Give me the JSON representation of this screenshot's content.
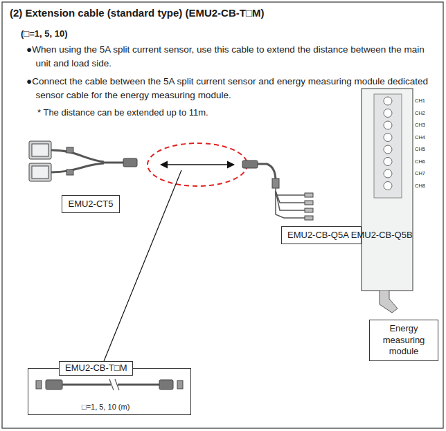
{
  "diagram": {
    "title": "(2) Extension cable (standard type) (EMU2-CB-T□M)",
    "nodes": [
      {
        "text": [
          "EMU2-CT5"
        ]
      },
      {
        "text": [
          "EMU2-CB-Q5A EMU2-CB-Q5B"
        ]
      },
      {
        "text": [
          "Energy measuring module"
        ]
      },
      {
        "text": [
          "EMU2-CB-T□M",
          "□=1, 5, 10 (m)"
        ]
      }
    ],
    "labels": [
      "(□=1, 5, 10)",
      "●When using the 5A split current sensor, use this cable to extend the distance between the main unit and load side.",
      "●Connect the cable between the 5A split current sensor and energy measuring module dedicated sensor cable for the energy measuring module.",
      "* The distance can be extended up to 11m.",
      "CH1",
      "CH2",
      "CH3",
      "CH4",
      "CH5",
      "CH6",
      "CH7",
      "CH8"
    ]
  }
}
